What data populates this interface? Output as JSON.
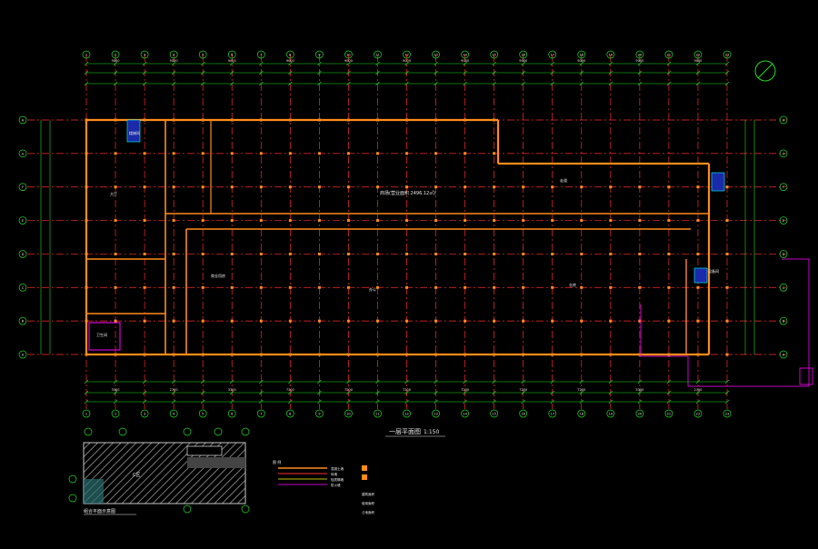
{
  "drawing": {
    "title": "一层平面图",
    "scale": "1:150",
    "colors": {
      "background": "#000000",
      "grid_axis": "#ff2a2a",
      "walls": "#ff8c1a",
      "dimension": "#22dd22",
      "text": "#e8e8e8",
      "accent_cyan": "#00ffff",
      "accent_magenta": "#ff00ff",
      "accent_yellow": "#ffff00"
    },
    "column_axes": [
      "1",
      "2",
      "3",
      "4",
      "5",
      "6",
      "7",
      "8",
      "9",
      "10",
      "11",
      "12",
      "13",
      "14",
      "15",
      "16",
      "17",
      "18",
      "19",
      "20",
      "21",
      "22",
      "23"
    ],
    "row_axes": [
      "A",
      "B",
      "C",
      "D",
      "E",
      "F",
      "G",
      "H"
    ],
    "top_dims": [
      "9000",
      "9000",
      "9000",
      "9000",
      "9000",
      "9000",
      "9000",
      "9000",
      "9000",
      "9000",
      "9000"
    ],
    "bottom_dims": [
      "3300",
      "2700",
      "3300",
      "7200",
      "7200",
      "7200",
      "7200",
      "7200",
      "7200",
      "3300",
      "2700"
    ],
    "room_labels": [
      "大厅",
      "商业用房",
      "办公",
      "仓库",
      "卫生间",
      "楼梯间",
      "设备间",
      "走道"
    ],
    "main_note": "商场(营业面积 2496.12㎡)",
    "key_plan_label": "C区",
    "key_plan_title": "组合平面示意图",
    "legend": {
      "title": "图 例",
      "items": [
        "混凝土墙",
        "砖墙",
        "轻质隔墙",
        "防火墙"
      ],
      "area_items": [
        "建筑面积",
        "使用面积",
        "占地面积"
      ]
    }
  }
}
